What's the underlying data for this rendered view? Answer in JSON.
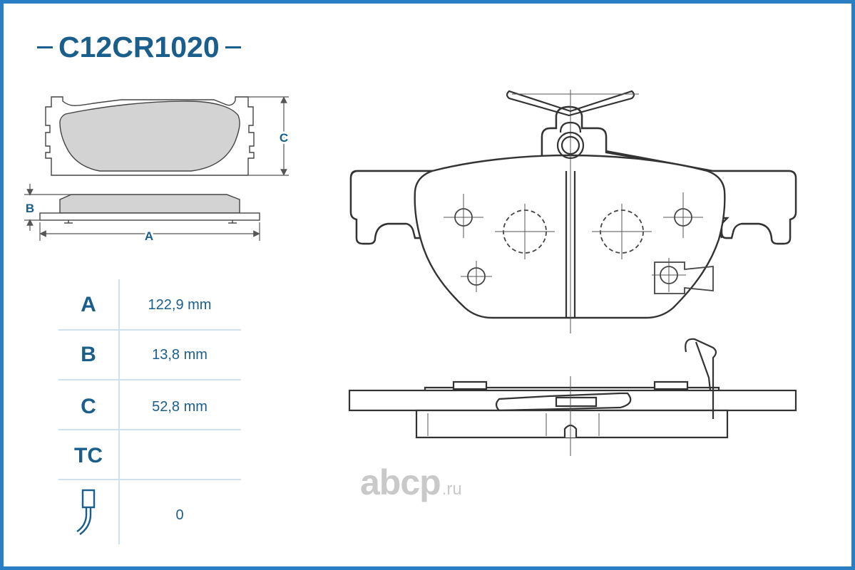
{
  "title": {
    "code": "C12CR1020"
  },
  "dimension_labels": {
    "a": "A",
    "b": "B",
    "c": "C"
  },
  "specs": [
    {
      "label": "A",
      "value": "122,9 mm"
    },
    {
      "label": "B",
      "value": "13,8 mm"
    },
    {
      "label": "C",
      "value": "52,8 mm"
    },
    {
      "label": "TC",
      "value": ""
    },
    {
      "label": "",
      "value": "0",
      "icon": "wear-sensor-icon"
    }
  ],
  "watermark": {
    "brand": "abcp",
    "domain": ".ru"
  },
  "colors": {
    "accent": "#1a5e8c",
    "frame": "#2a7fc4",
    "pad_fill": "#d3d3d3",
    "divider": "#cfe0ee",
    "watermark": "#c9c9c9"
  }
}
